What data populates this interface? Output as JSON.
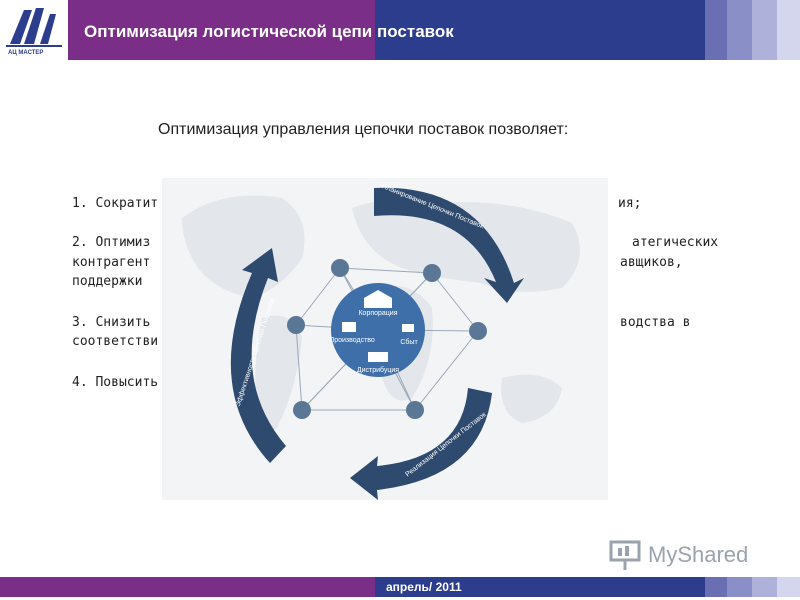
{
  "header": {
    "logo_text": "АЦ МАСТЕР",
    "title": "Оптимизация логистической цепи поставок"
  },
  "main": {
    "heading": "Оптимизация управления цепочки поставок позволяет:",
    "items": [
      {
        "left": "1. Сократит",
        "right": "ия;"
      },
      {
        "left": "2. Оптимиз",
        "right": "атегических"
      },
      {
        "left": "контрагент",
        "right": "авщиков,"
      },
      {
        "left": "поддержки"
      },
      {
        "left": "3. Снизить",
        "right": "водства в"
      },
      {
        "left": "соответстви"
      },
      {
        "left": "4. Повысить"
      }
    ]
  },
  "diagram": {
    "arrow_top": "Планирование Цепочки Поставок",
    "arrow_left": "Эффективность Цепочки Поставок",
    "arrow_bottom": "Реализация Цепочки Поставок",
    "center": {
      "corp": "Корпорация",
      "prod": "Производство",
      "sales": "Сбыт",
      "dist": "Дистрибуция"
    }
  },
  "footer": {
    "date": "апрель/ 2011"
  },
  "watermark": {
    "text": "MyShared"
  }
}
